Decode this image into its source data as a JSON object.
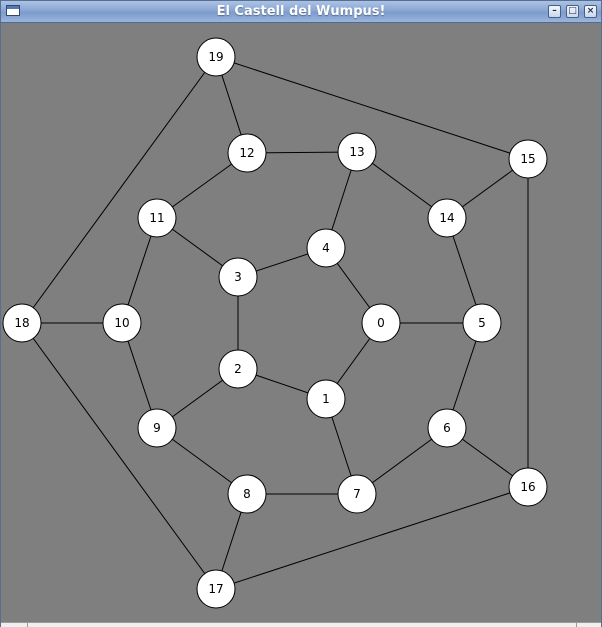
{
  "window": {
    "title": "El Castell del Wumpus!",
    "minimize_glyph": "–",
    "maximize_glyph": "□",
    "close_glyph": "×",
    "app_icon": "window-icon"
  },
  "colors": {
    "background": "#7f7f7f",
    "node_fill": "#ffffff",
    "node_stroke": "#000000",
    "edge": "#000000"
  },
  "graph": {
    "nodes": [
      {
        "id": "0",
        "label": "0"
      },
      {
        "id": "1",
        "label": "1"
      },
      {
        "id": "2",
        "label": "2"
      },
      {
        "id": "3",
        "label": "3"
      },
      {
        "id": "4",
        "label": "4"
      },
      {
        "id": "5",
        "label": "5"
      },
      {
        "id": "6",
        "label": "6"
      },
      {
        "id": "7",
        "label": "7"
      },
      {
        "id": "8",
        "label": "8"
      },
      {
        "id": "9",
        "label": "9"
      },
      {
        "id": "10",
        "label": "10"
      },
      {
        "id": "11",
        "label": "11"
      },
      {
        "id": "12",
        "label": "12"
      },
      {
        "id": "13",
        "label": "13"
      },
      {
        "id": "14",
        "label": "14"
      },
      {
        "id": "15",
        "label": "15"
      },
      {
        "id": "16",
        "label": "16"
      },
      {
        "id": "17",
        "label": "17"
      },
      {
        "id": "18",
        "label": "18"
      },
      {
        "id": "19",
        "label": "19"
      }
    ],
    "edges": [
      [
        "0",
        "1"
      ],
      [
        "1",
        "2"
      ],
      [
        "2",
        "3"
      ],
      [
        "3",
        "4"
      ],
      [
        "4",
        "0"
      ],
      [
        "0",
        "5"
      ],
      [
        "1",
        "7"
      ],
      [
        "2",
        "9"
      ],
      [
        "3",
        "11"
      ],
      [
        "4",
        "13"
      ],
      [
        "5",
        "6"
      ],
      [
        "6",
        "7"
      ],
      [
        "7",
        "8"
      ],
      [
        "8",
        "9"
      ],
      [
        "9",
        "10"
      ],
      [
        "10",
        "11"
      ],
      [
        "11",
        "12"
      ],
      [
        "12",
        "13"
      ],
      [
        "13",
        "14"
      ],
      [
        "14",
        "5"
      ],
      [
        "6",
        "16"
      ],
      [
        "8",
        "17"
      ],
      [
        "10",
        "18"
      ],
      [
        "12",
        "19"
      ],
      [
        "14",
        "15"
      ],
      [
        "15",
        "16"
      ],
      [
        "16",
        "17"
      ],
      [
        "17",
        "18"
      ],
      [
        "18",
        "19"
      ],
      [
        "19",
        "15"
      ]
    ]
  }
}
